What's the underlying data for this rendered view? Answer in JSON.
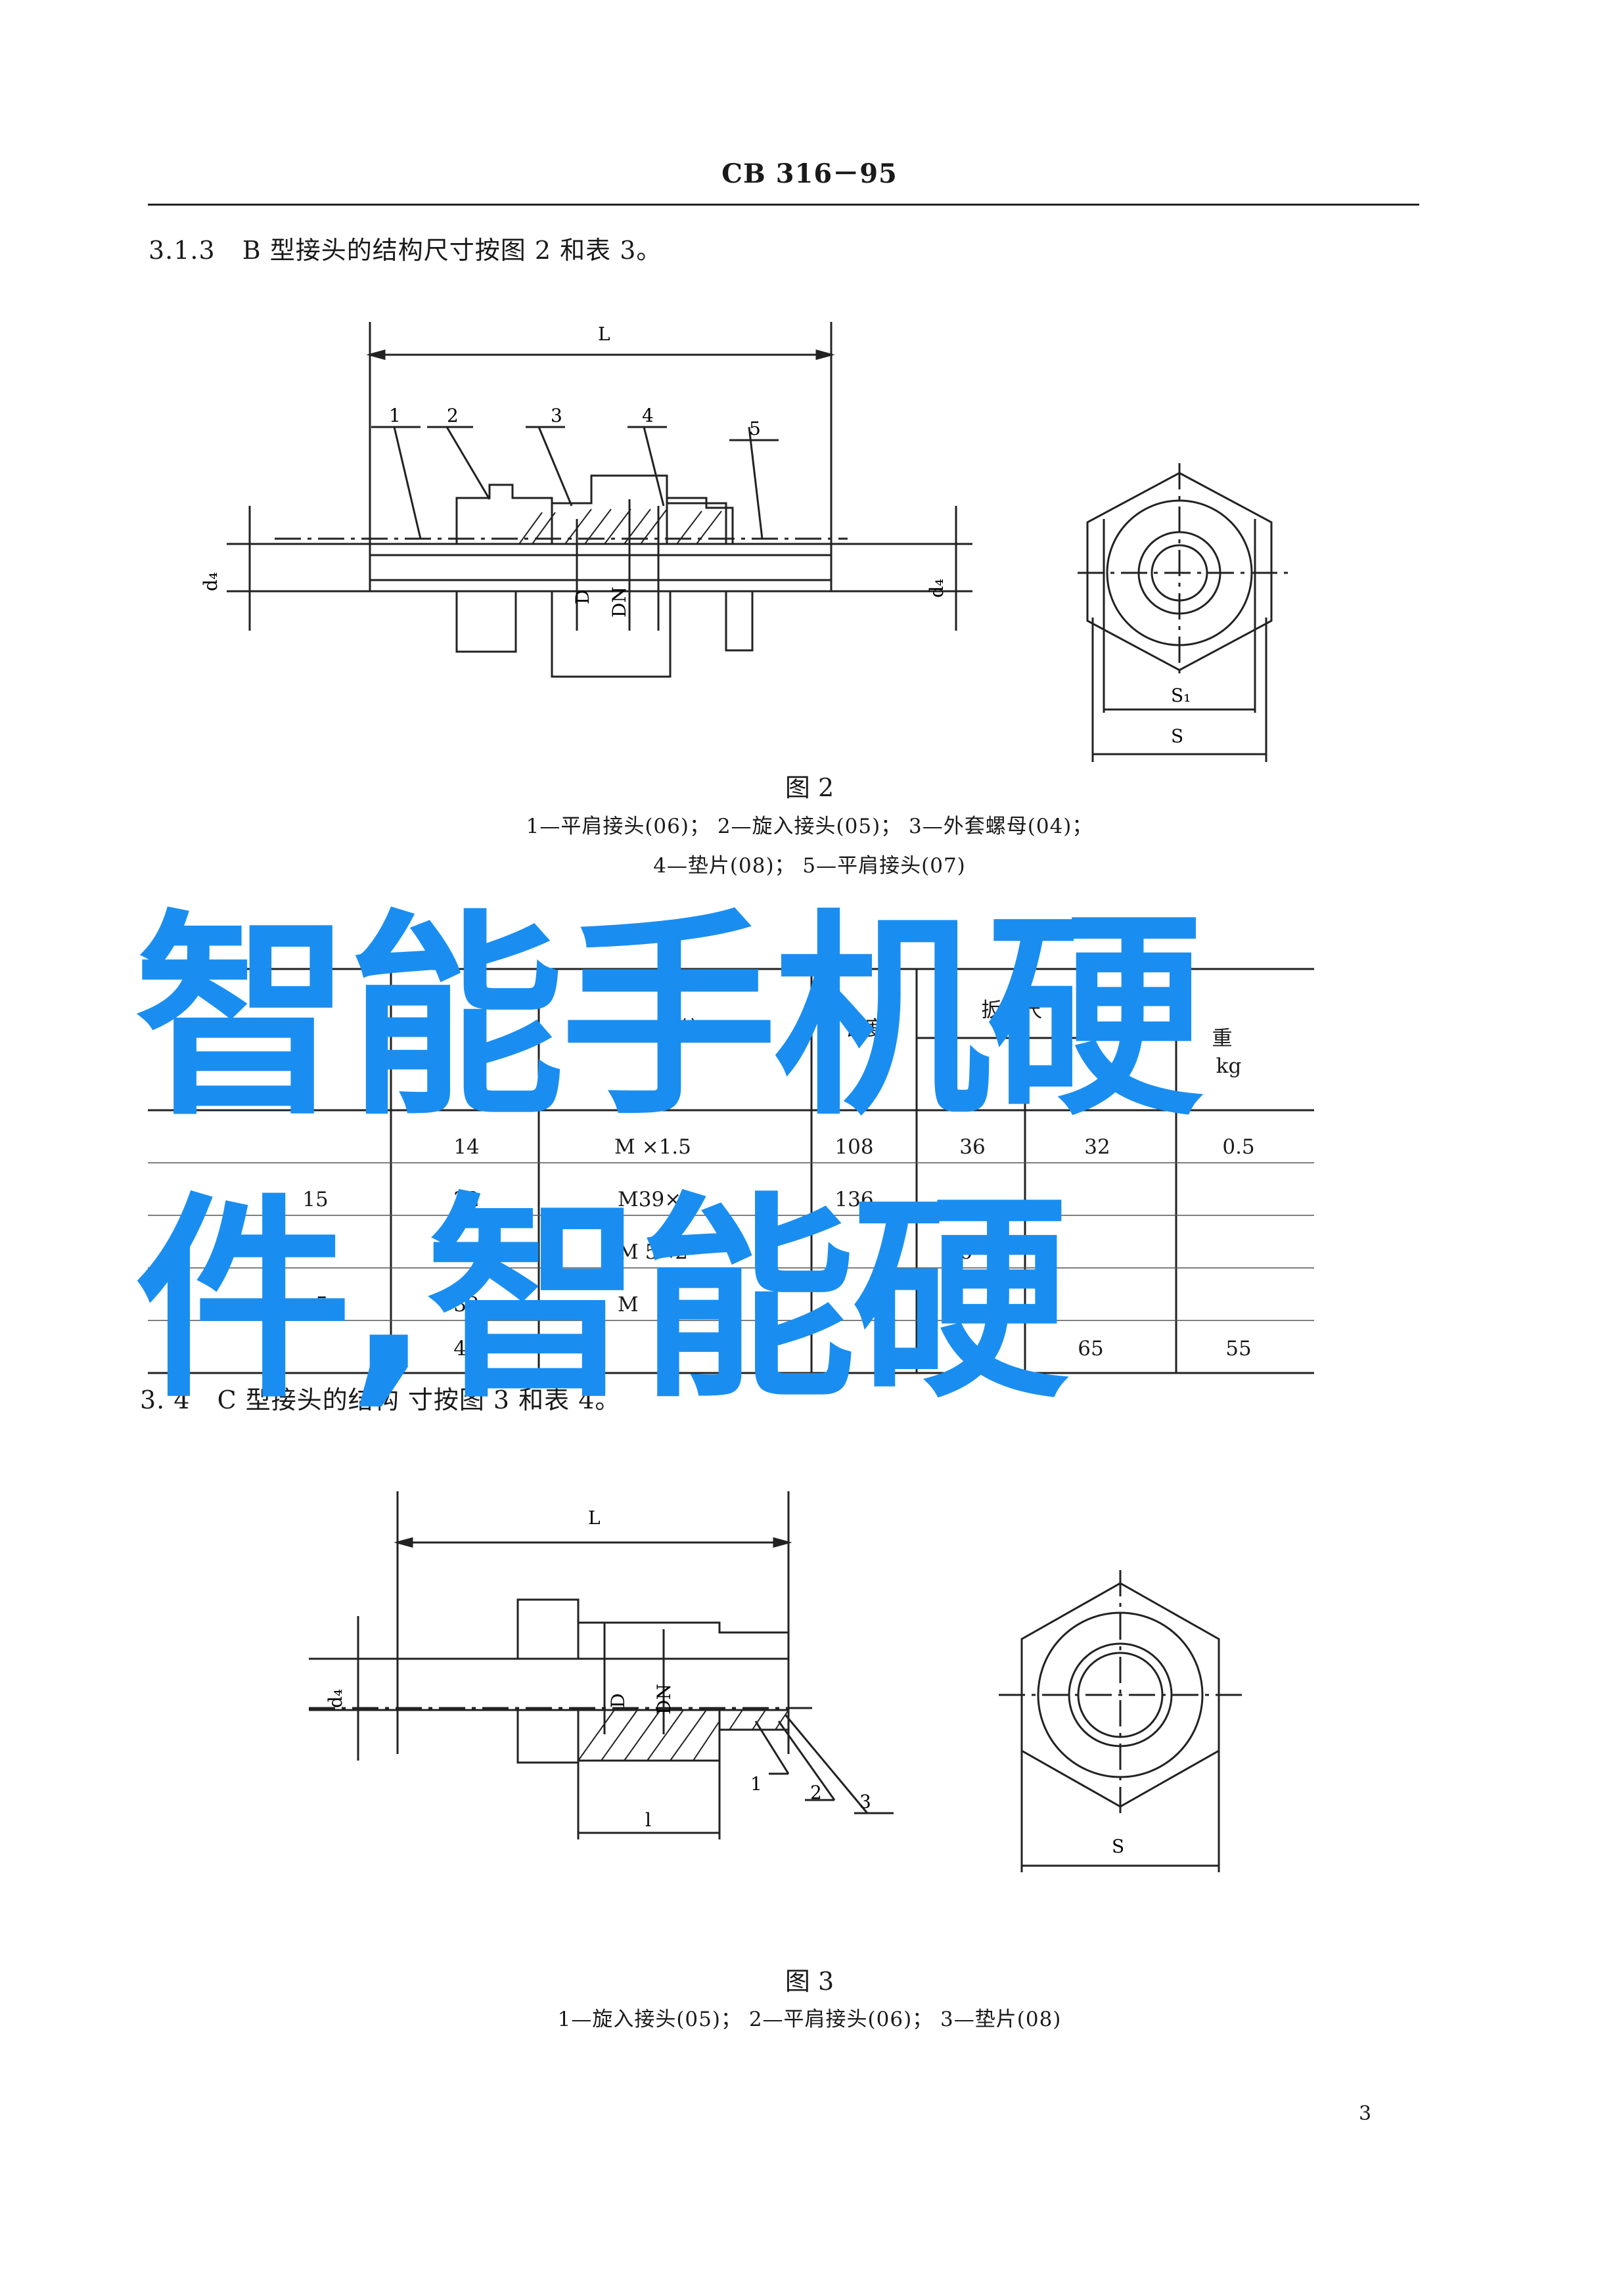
{
  "header": {
    "standard_no": "CB 316－95"
  },
  "section_313": {
    "number": "3.1.3",
    "text": "B 型接头的结构尺寸按图 2 和表 3。"
  },
  "figure2": {
    "labels": {
      "length": "L",
      "d_left": "d₄",
      "d_right": "d₄",
      "D": "D",
      "DN": "DN",
      "S1": "S₁",
      "S": "S",
      "parts": [
        "1",
        "2",
        "3",
        "4",
        "5"
      ]
    },
    "title": "图 2",
    "legend_line1": "1—平肩接头(06)；  2—旋入接头(05)；  3—外套螺母(04)；",
    "legend_line2": "4—垫片(08)；  5—平肩接头(07)"
  },
  "table3": {
    "header": [
      "伸",
      "纹",
      "长度",
      "扳手尺",
      "重"
    ],
    "header_sub": [
      "",
      "D",
      "",
      "",
      "kg"
    ],
    "rows": [
      [
        "",
        "14",
        "M  ×1.5",
        "108",
        "36",
        "32",
        "0.5"
      ],
      [
        "15",
        "22",
        "M39×2",
        "136",
        "",
        "",
        ""
      ],
      [
        "",
        "28",
        "M  5×2",
        "56",
        "",
        "",
        ""
      ],
      [
        "5",
        "32",
        "M",
        "",
        "",
        "",
        ""
      ],
      [
        "",
        "42",
        "",
        "",
        "65",
        "",
        "55"
      ]
    ]
  },
  "section_314": {
    "number": "3.  4",
    "text": "C 型接头的结构    寸按图 3 和表 4。"
  },
  "figure3": {
    "labels": {
      "length": "L",
      "l": "l",
      "d_left": "d₄",
      "D": "D",
      "DN": "DN",
      "S": "S",
      "parts": [
        "1",
        "2",
        "3"
      ]
    },
    "title": "图 3",
    "legend": "1—旋入接头(05)；  2—平肩接头(06)；  3—垫片(08)"
  },
  "page_number": "3",
  "overlay": {
    "line1": "智能手机硬",
    "line2": "件,智能硬",
    "color": "#1a8ef0"
  }
}
